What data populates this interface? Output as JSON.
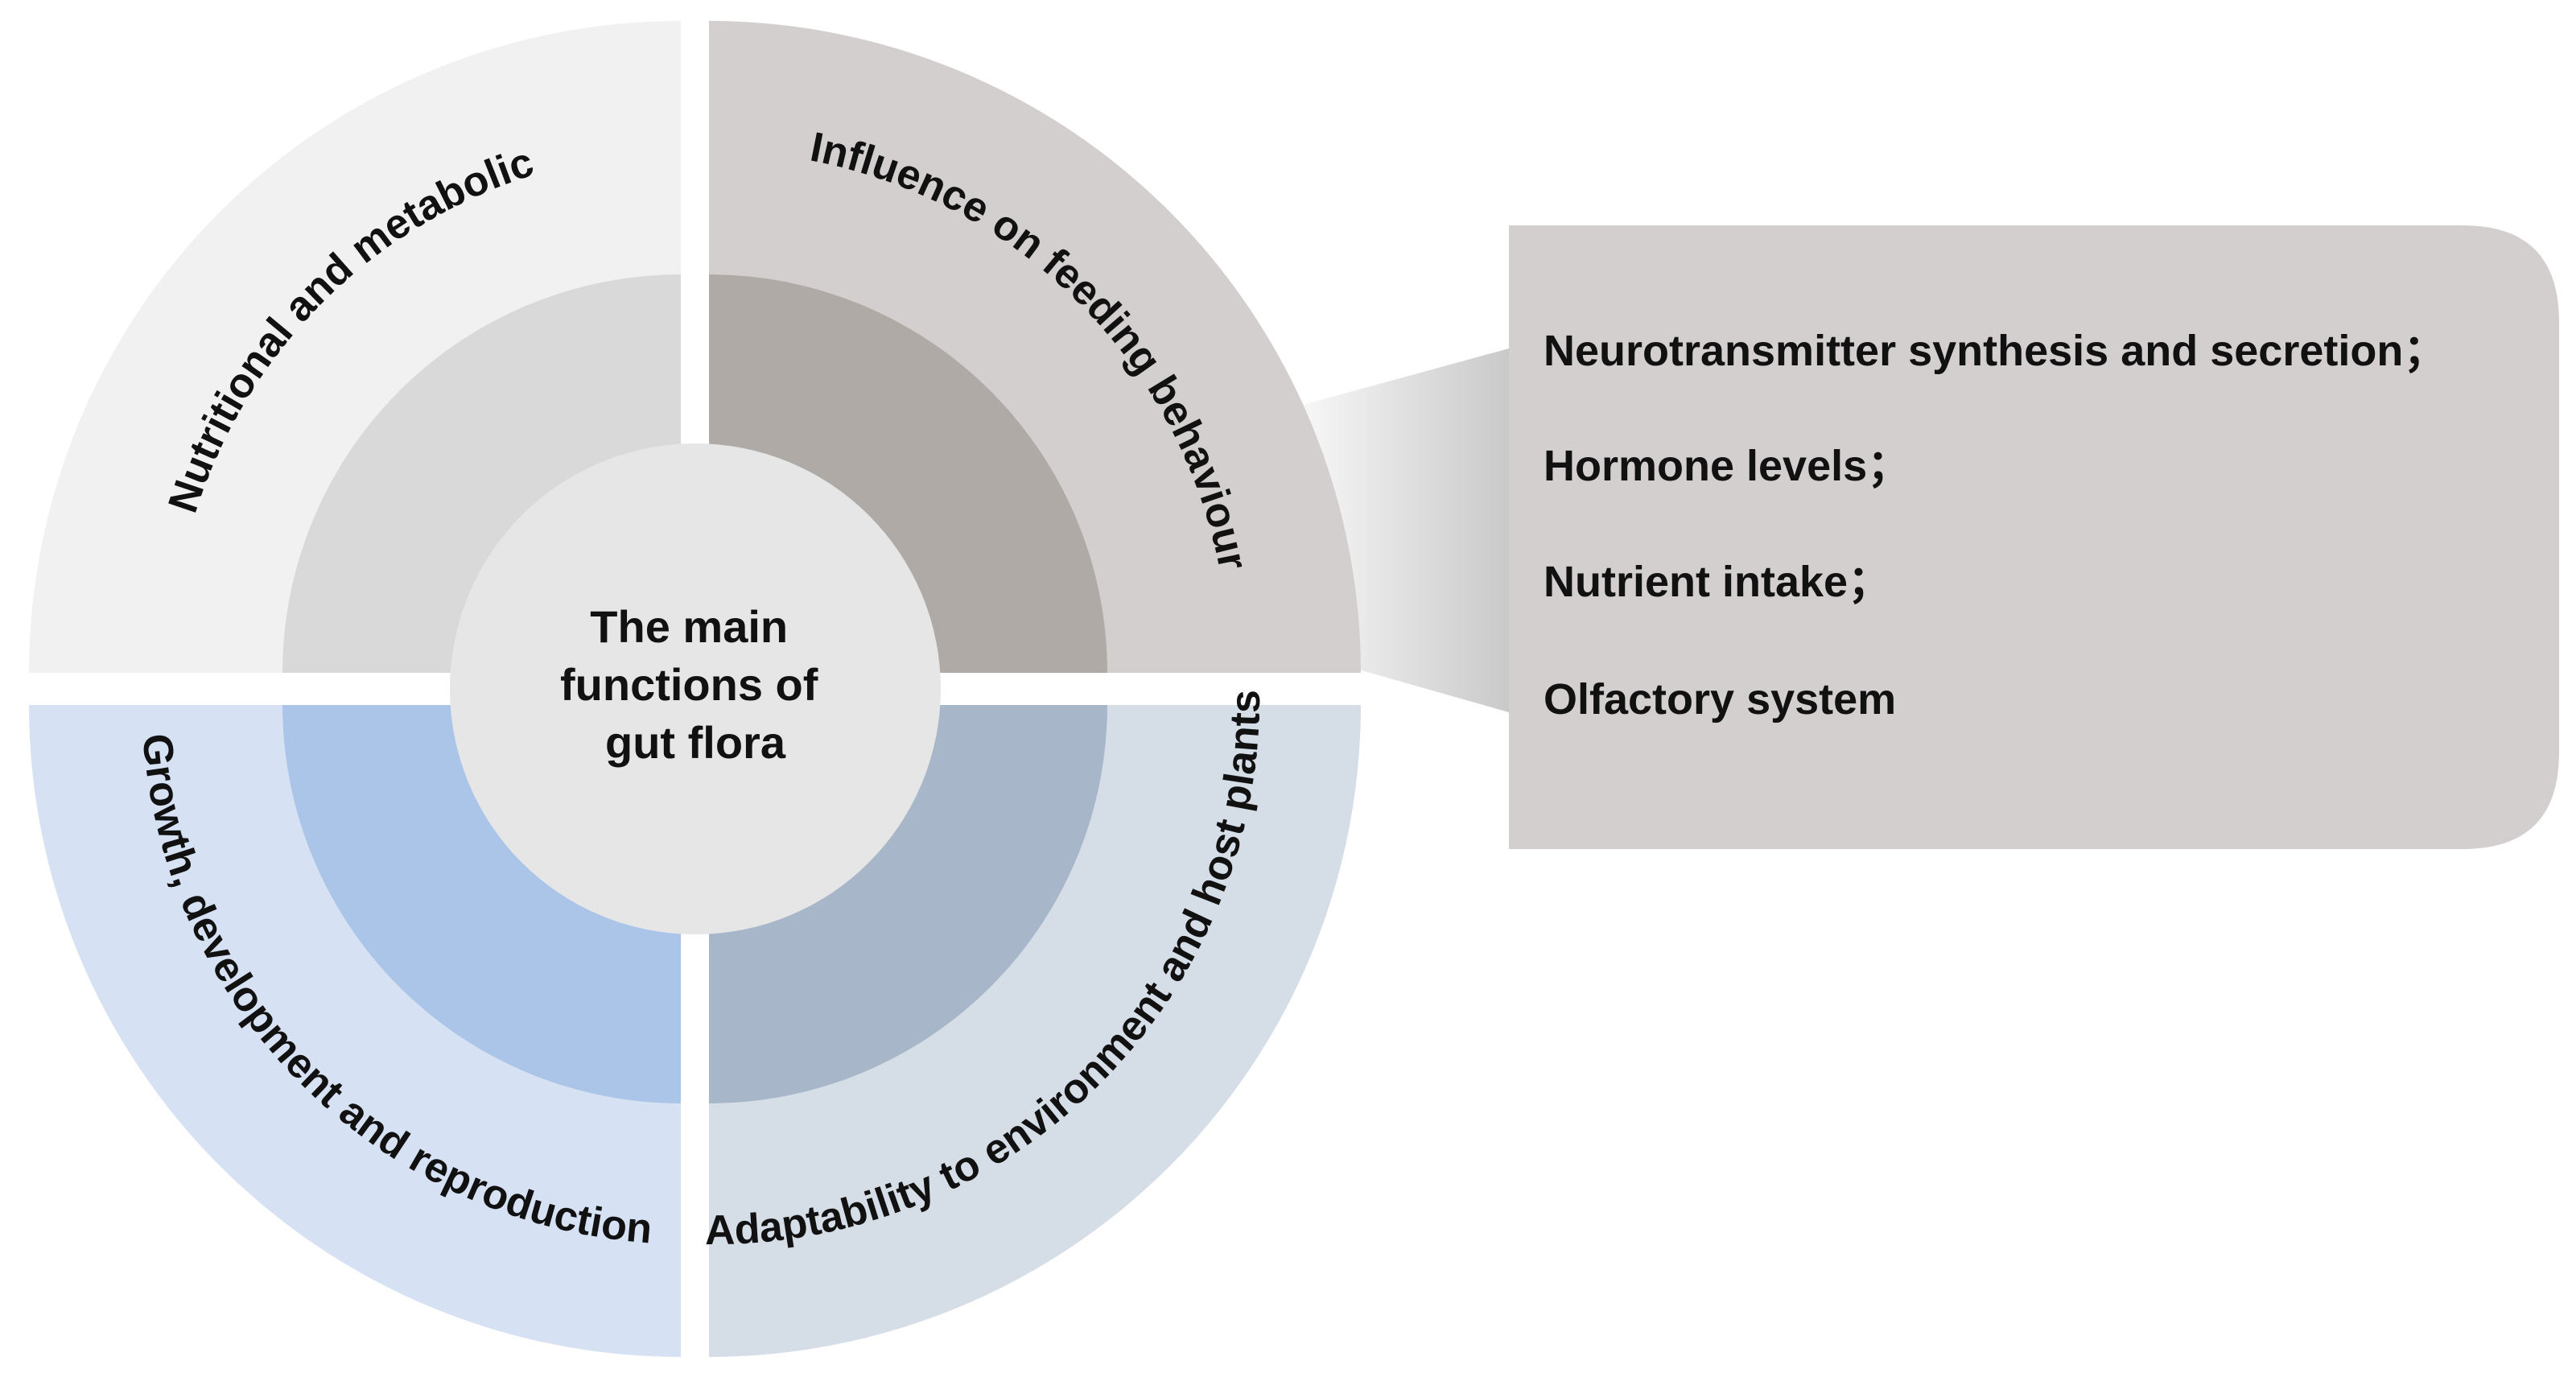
{
  "center": {
    "lines": [
      "The main",
      "functions of",
      "gut flora"
    ]
  },
  "quadrants": [
    {
      "id": "top-left",
      "label": "Nutritional and metabolic",
      "outer_color": "#f1f1f1",
      "inner_color": "#d9d9d9"
    },
    {
      "id": "top-right",
      "label": "Influence  on feeding behaviour",
      "outer_color": "#d3cfcf",
      "inner_color": "#b0aaa7"
    },
    {
      "id": "bottom-left",
      "label": "Growth, development and reproduction",
      "outer_color": "#d6e2f3",
      "inner_color": "#abc5e8"
    },
    {
      "id": "bottom-right",
      "label": "Adaptability to environment and host plants",
      "outer_color": "#d5dde7",
      "inner_color": "#a7b6c9"
    }
  ],
  "callout": {
    "items": [
      "Neurotransmitter synthesis and secretion；",
      "Hormone levels；",
      "Nutrient intake；",
      "Olfactory system"
    ],
    "box_color": "#d3cfcf"
  },
  "colors": {
    "center_fill": "#e6e6e6",
    "text": "#111111",
    "background": "#ffffff"
  }
}
